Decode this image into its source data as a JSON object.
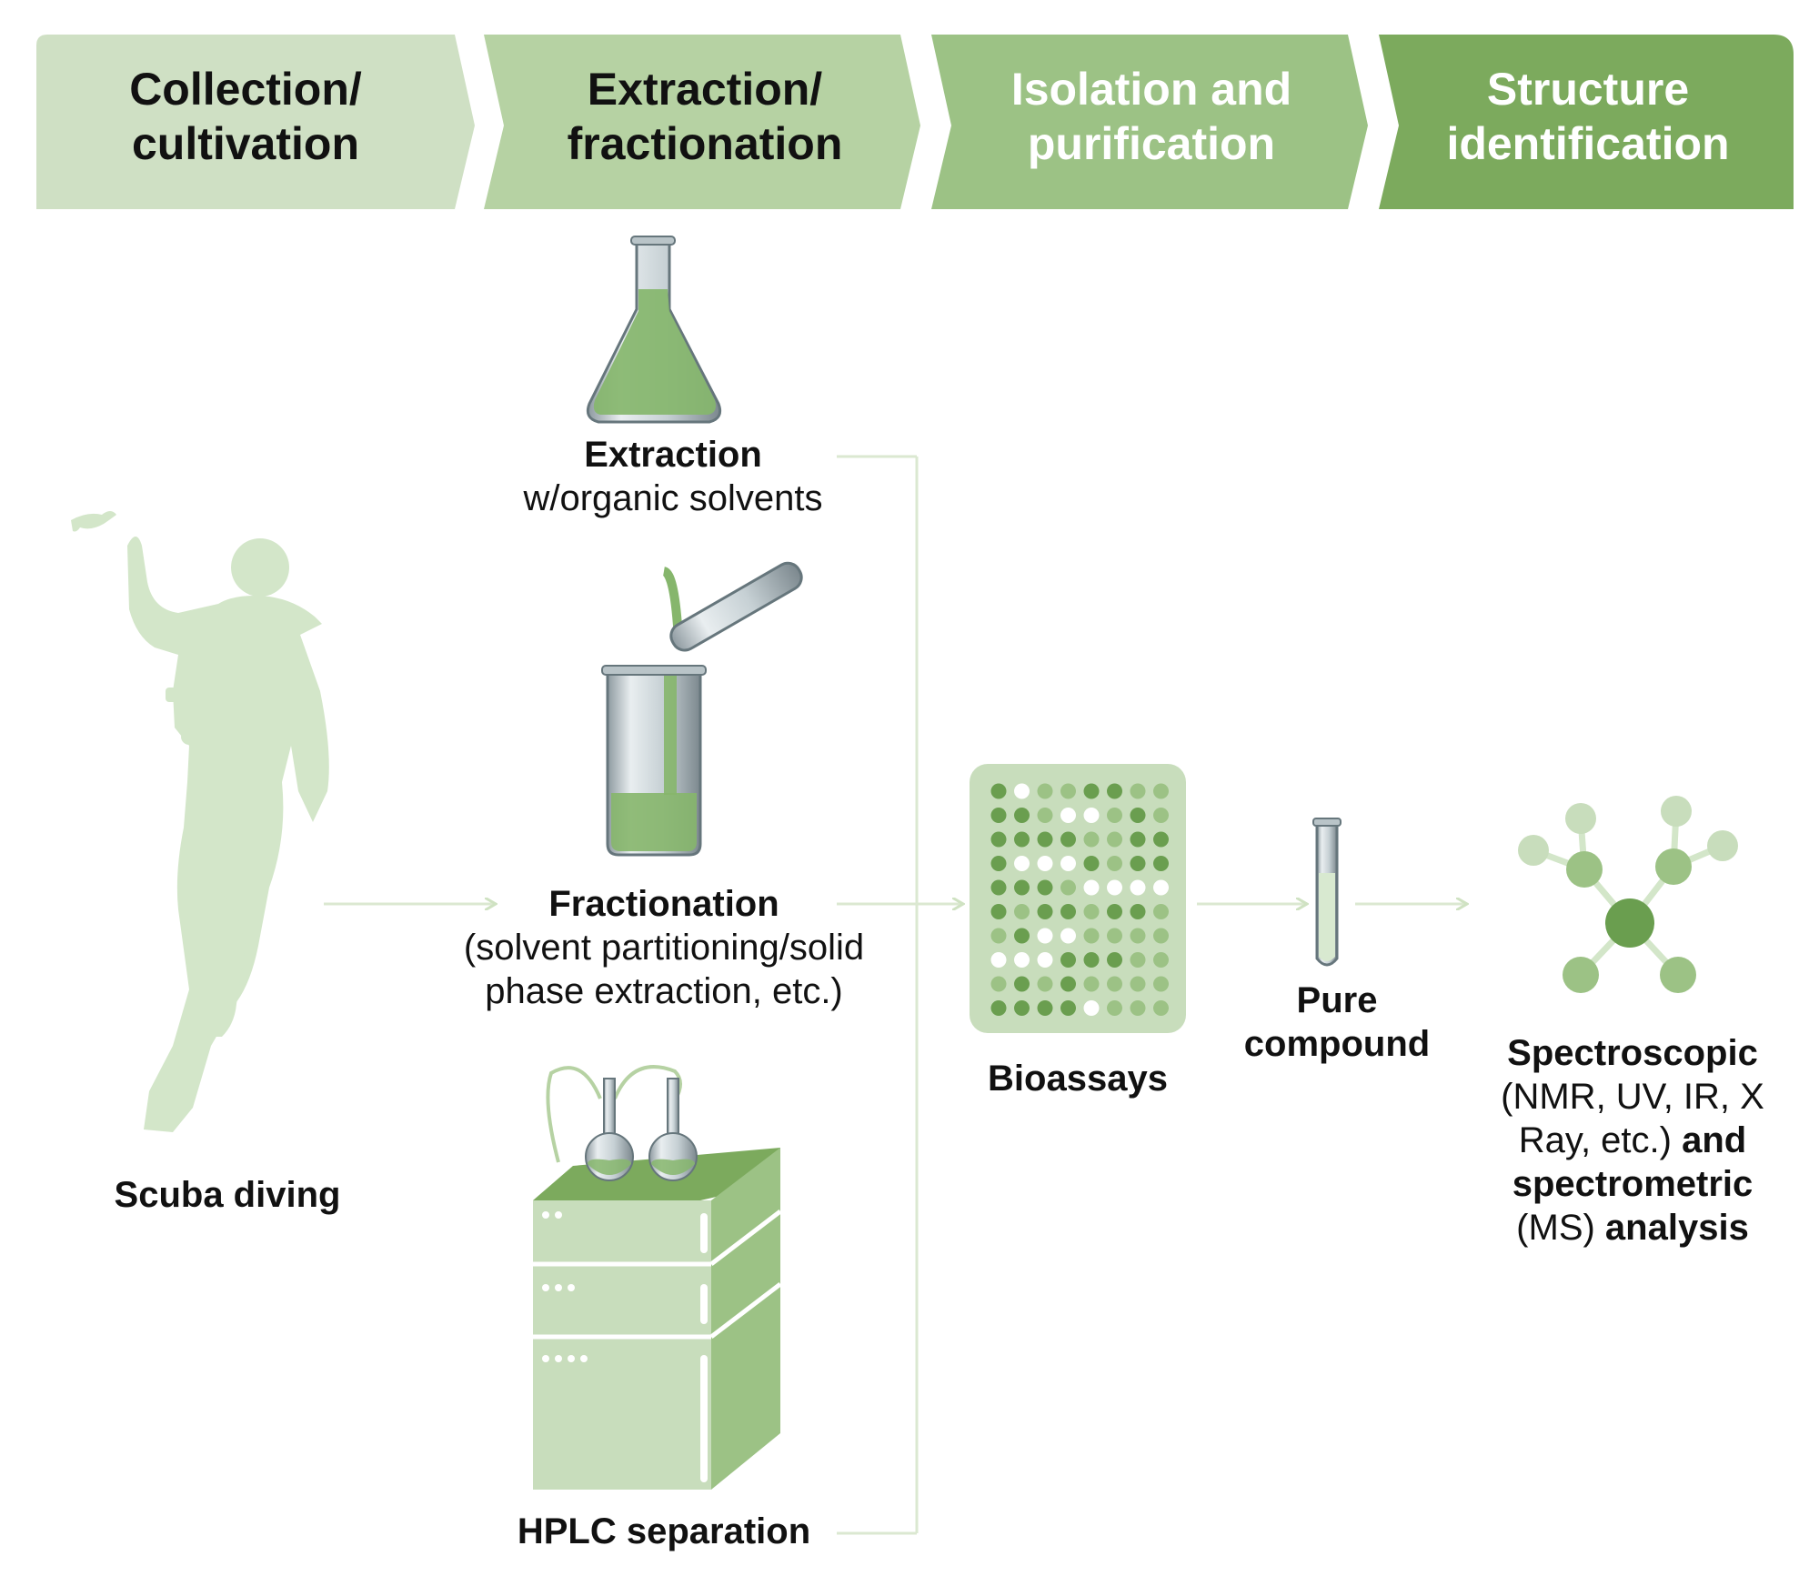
{
  "stages": [
    {
      "line1": "Collection/",
      "line2": "cultivation"
    },
    {
      "line1": "Extraction/",
      "line2": "fractionation"
    },
    {
      "line1": "Isolation and",
      "line2": "purification"
    },
    {
      "line1": "Structure",
      "line2": "identification"
    }
  ],
  "steps": {
    "scuba": {
      "label": "Scuba diving"
    },
    "extraction": {
      "title": "Extraction",
      "detail": "w/organic solvents"
    },
    "fractionation": {
      "title": "Fractionation",
      "detail_line1": "(solvent partitioning/solid",
      "detail_line2": "phase extraction, etc.)"
    },
    "hplc": {
      "label": "HPLC separation"
    },
    "bioassays": {
      "label": "Bioassays"
    },
    "pure_compound": {
      "line1": "Pure",
      "line2": "compound"
    },
    "analysis": {
      "l1_bold": "Spectroscopic",
      "l2_norm": "(NMR, UV, IR, X",
      "l3_norm": "Ray, etc.)",
      "l3_bold": " and",
      "l4_bold": "spectrometric",
      "l5_norm": "(MS)",
      "l5_bold": " analysis"
    }
  },
  "colors": {
    "stage1": "#cfe0c4",
    "stage2": "#b6d2a3",
    "stage3": "#9cc285",
    "stage4": "#7caa5d",
    "accent_dark": "#6a9e4f",
    "pale": "#d3e6c9",
    "connector": "#dbe8d1"
  }
}
